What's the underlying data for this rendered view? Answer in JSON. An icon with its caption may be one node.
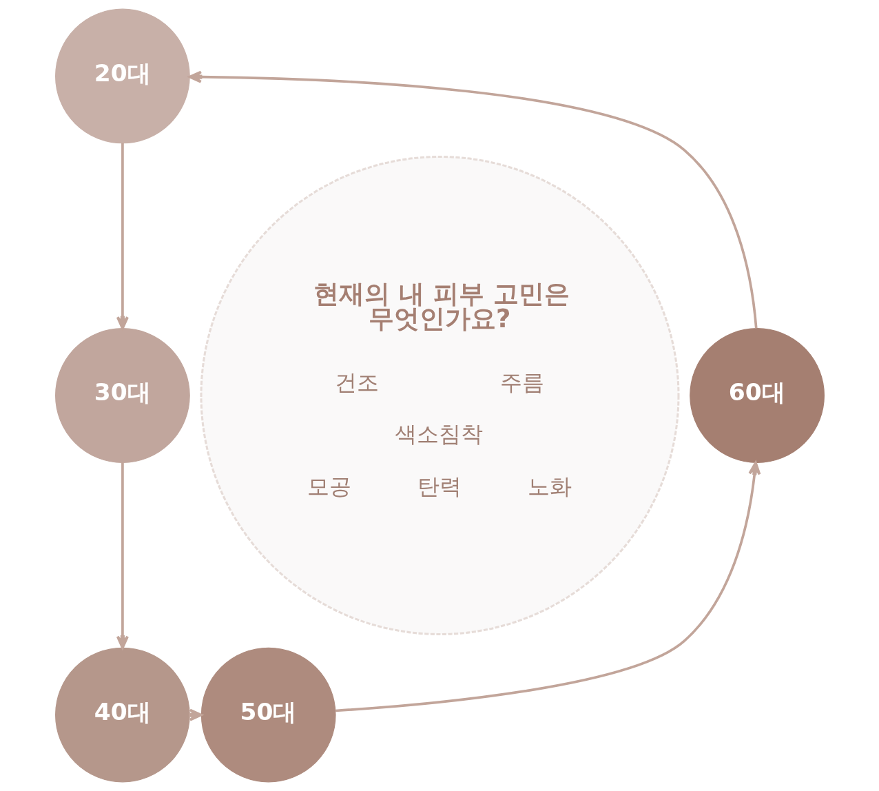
{
  "diagram": {
    "nodes": [
      {
        "text": [
          "현재의 내 피부 고민은 무엇인가요?",
          "건조",
          "주름",
          "색소침착",
          "모공",
          "탄력",
          "노화"
        ]
      },
      {
        "text": [
          "20대"
        ]
      },
      {
        "text": [
          "30대"
        ]
      },
      {
        "text": [
          "60대"
        ]
      },
      {
        "text": [
          "40대"
        ]
      },
      {
        "text": [
          "50대"
        ]
      }
    ],
    "edges": [
      {
        "from": 1,
        "to": 2,
        "arrow": "to"
      },
      {
        "from": 2,
        "to": 4,
        "arrow": "to"
      },
      {
        "from": 4,
        "to": 5,
        "arrow": "to"
      },
      {
        "from": 5,
        "to": 3,
        "arrow": "to"
      },
      {
        "from": 3,
        "to": 1,
        "arrow": "to"
      }
    ]
  }
}
